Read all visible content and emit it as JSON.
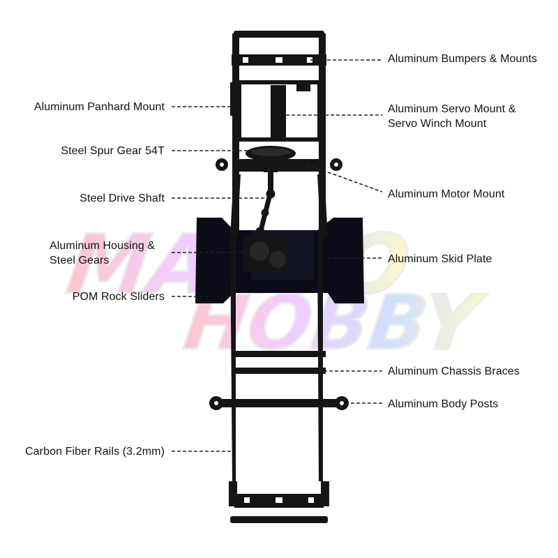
{
  "diagram": {
    "colors": {
      "background": "#ffffff",
      "frame": "#151515",
      "leader": "#222222",
      "text": "#111111",
      "skid_plate": "#0b0c18"
    },
    "watermark": {
      "line1": "MANTO",
      "line2": "HOBBY"
    },
    "callouts_left": [
      {
        "id": "panhard-mount",
        "text": "Aluminum Panhard Mount"
      },
      {
        "id": "spur-gear",
        "text": "Steel Spur Gear 54T"
      },
      {
        "id": "drive-shaft",
        "text": "Steel Drive Shaft"
      },
      {
        "id": "housing-gears",
        "line1": "Aluminum Housing &",
        "line2": "Steel Gears"
      },
      {
        "id": "rock-sliders",
        "text": "POM Rock Sliders"
      },
      {
        "id": "carbon-rails",
        "text": "Carbon Fiber Rails (3.2mm)"
      }
    ],
    "callouts_right": [
      {
        "id": "bumpers-mounts",
        "text": "Aluminum Bumpers & Mounts"
      },
      {
        "id": "servo-mount",
        "line1": "Aluminum Servo Mount &",
        "line2": "Servo Winch Mount"
      },
      {
        "id": "motor-mount",
        "text": "Aluminum Motor Mount"
      },
      {
        "id": "skid-plate",
        "text": "Aluminum Skid Plate"
      },
      {
        "id": "chassis-braces",
        "text": "Aluminum Chassis Braces"
      },
      {
        "id": "body-posts",
        "text": "Aluminum Body Posts"
      }
    ]
  }
}
